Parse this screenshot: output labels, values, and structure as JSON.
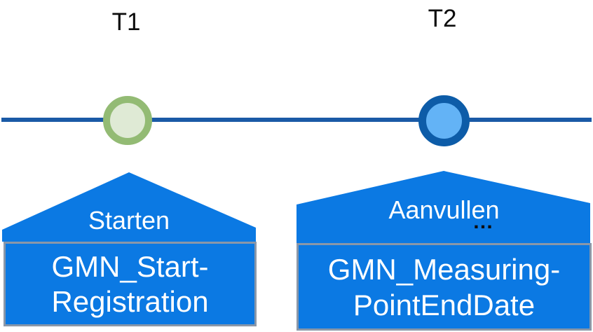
{
  "colors": {
    "timeline_blue": "#1a5aa6",
    "callout_blue": "#0b79e3",
    "box_border_gray": "#8a97a8",
    "marker_t1_ring_green": "#93bb74",
    "marker_t1_fill_green": "#dfead5",
    "marker_t2_ring_blue": "#0d5ca8",
    "marker_t2_fill_blue": "#63b3f6",
    "label_text_black": "#0d0d0d",
    "callout_text_white": "#ffffff"
  },
  "timeline": {
    "points": [
      {
        "label": "T1"
      },
      {
        "label": "T2"
      }
    ]
  },
  "callouts": [
    {
      "title": "Starten",
      "box_line1": "GMN_Start-",
      "box_line2": "Registration"
    },
    {
      "title": "Aanvullen",
      "ellipsis": "…",
      "box_line1": "GMN_Measuring-",
      "box_line2": "PointEndDate"
    }
  ]
}
